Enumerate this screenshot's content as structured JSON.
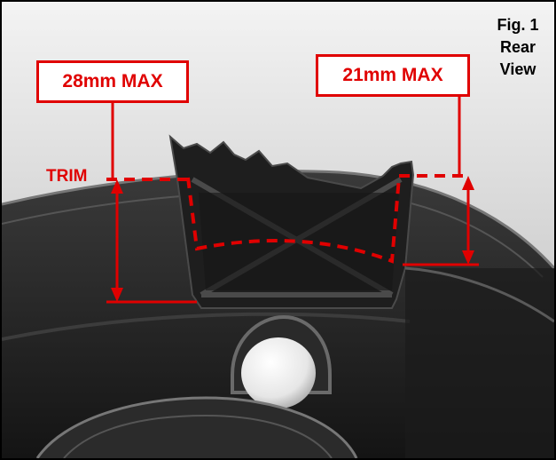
{
  "figure": {
    "caption_line1": "Fig. 1",
    "caption_line2": "Rear",
    "caption_line3": "View"
  },
  "annotations": {
    "left_measurement": "28mm MAX",
    "right_measurement": "21mm MAX",
    "trim_label": "TRIM"
  },
  "colors": {
    "annotation_red": "#e00000",
    "background_top": "#e9e9e9",
    "part_black": "#1a1a1a"
  }
}
